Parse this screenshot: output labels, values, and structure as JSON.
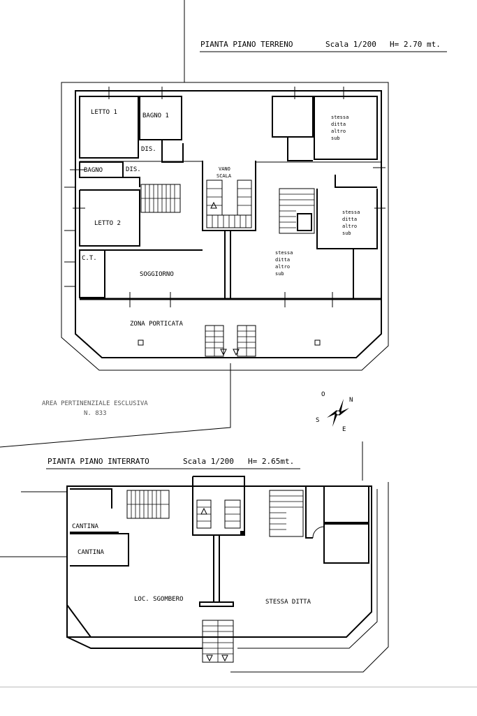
{
  "ground_floor": {
    "title": "PIANTA PIANO TERRENO",
    "scale": "Scala 1/200",
    "height": "H= 2.70 mt.",
    "rooms": {
      "letto1": "LETTO 1",
      "bagno1": "BAGNO 1",
      "dis1": "DIS.",
      "bagno": "BAGNO",
      "dis2": "DIS.",
      "vano_scala_1": "VANO",
      "vano_scala_2": "SCALA",
      "letto2": "LETTO 2",
      "ct": "C.T.",
      "soggiorno": "SOGGIORNO",
      "zona_porticata": "ZONA PORTICATA",
      "other_sub_1": [
        "stessa",
        "ditta",
        "altro",
        "sub"
      ],
      "other_sub_2": [
        "stessa",
        "ditta",
        "altro",
        "sub"
      ],
      "other_sub_3": [
        "stessa",
        "ditta",
        "altro",
        "sub"
      ]
    },
    "area_label_1": "AREA PERTINENZIALE ESCLUSIVA",
    "area_label_2": "N. 833"
  },
  "compass": {
    "north": "N",
    "south": "S",
    "east": "E",
    "west": "O"
  },
  "basement": {
    "title": "PIANTA PIANO INTERRATO",
    "scale": "Scala 1/200",
    "height": "H= 2.65mt.",
    "rooms": {
      "cantina1": "CANTINA",
      "cantina2": "CANTINA",
      "loc_sgombero": "LOC. SGOMBERO",
      "stessa_ditta": "STESSA DITTA"
    }
  }
}
